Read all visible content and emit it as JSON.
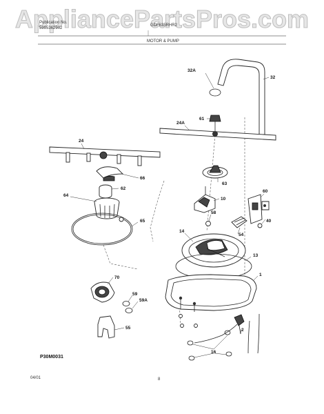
{
  "watermark": "AppliancePartsPros.com",
  "header": {
    "publication_label": "Publication No.",
    "publication_number": "5995362902",
    "model": "GDF635RHR2",
    "section_title": "MOTOR & PUMP"
  },
  "callouts": {
    "c32A": "32A",
    "c32": "32",
    "c61": "61",
    "c24A": "24A",
    "c24": "24",
    "c66": "66",
    "c62": "62",
    "c63": "63",
    "c64": "64",
    "c10": "10",
    "c60": "60",
    "c65": "65",
    "c58": "58",
    "c40": "40",
    "c14": "14",
    "c54": "54",
    "c13": "13",
    "c1": "1",
    "c70": "70",
    "c59": "59",
    "c59A": "59A",
    "c55": "55",
    "c2": "2",
    "c16": "16"
  },
  "diagram_id": "P30M0031",
  "footer": {
    "date": "04/01",
    "page": "8"
  }
}
